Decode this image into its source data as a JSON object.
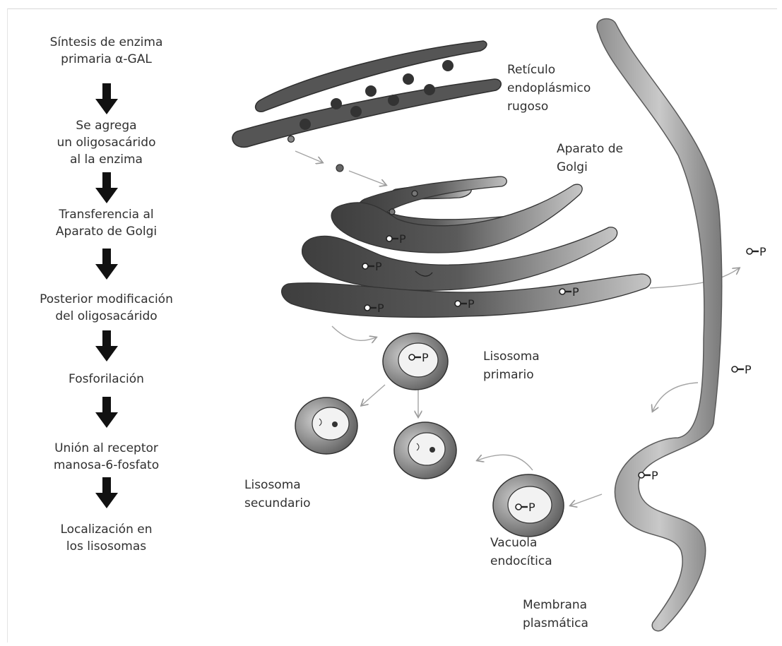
{
  "flow_steps": [
    {
      "line1": "Síntesis de enzima",
      "line2": "primaria α-GAL"
    },
    {
      "line1": "Se agrega",
      "line2": "un oligosacárido",
      "line3": "al la enzima"
    },
    {
      "line1": "Transferencia al",
      "line2": "Aparato de Golgi"
    },
    {
      "line1": "Posterior modificación",
      "line2": "del oligosacárido"
    },
    {
      "line1": "Fosforilación"
    },
    {
      "line1": "Unión al receptor",
      "line2": "manosa-6-fosfato"
    },
    {
      "line1": "Localización en",
      "line2": "los lisosomas"
    }
  ],
  "labels": {
    "rer": {
      "line1": "Retículo",
      "line2": "endoplásmico",
      "line3": "rugoso"
    },
    "golgi": {
      "line1": "Aparato de",
      "line2": "Golgi"
    },
    "primary_lysosome": {
      "line1": "Lisosoma",
      "line2": "primario"
    },
    "secondary_lysosome": {
      "line1": "Lisosoma",
      "line2": "secundario"
    },
    "endocytic_vacuole": {
      "line1": "Vacuola",
      "line2": "endocítica"
    },
    "plasma_membrane": {
      "line1": "Membrana",
      "line2": "plasmática"
    }
  },
  "phosphate_label": "P",
  "colors": {
    "organelle_dark": "#4a4a4a",
    "organelle_light": "#bdbdbd",
    "membrane": "#a8a8a8",
    "text": "#303030"
  }
}
